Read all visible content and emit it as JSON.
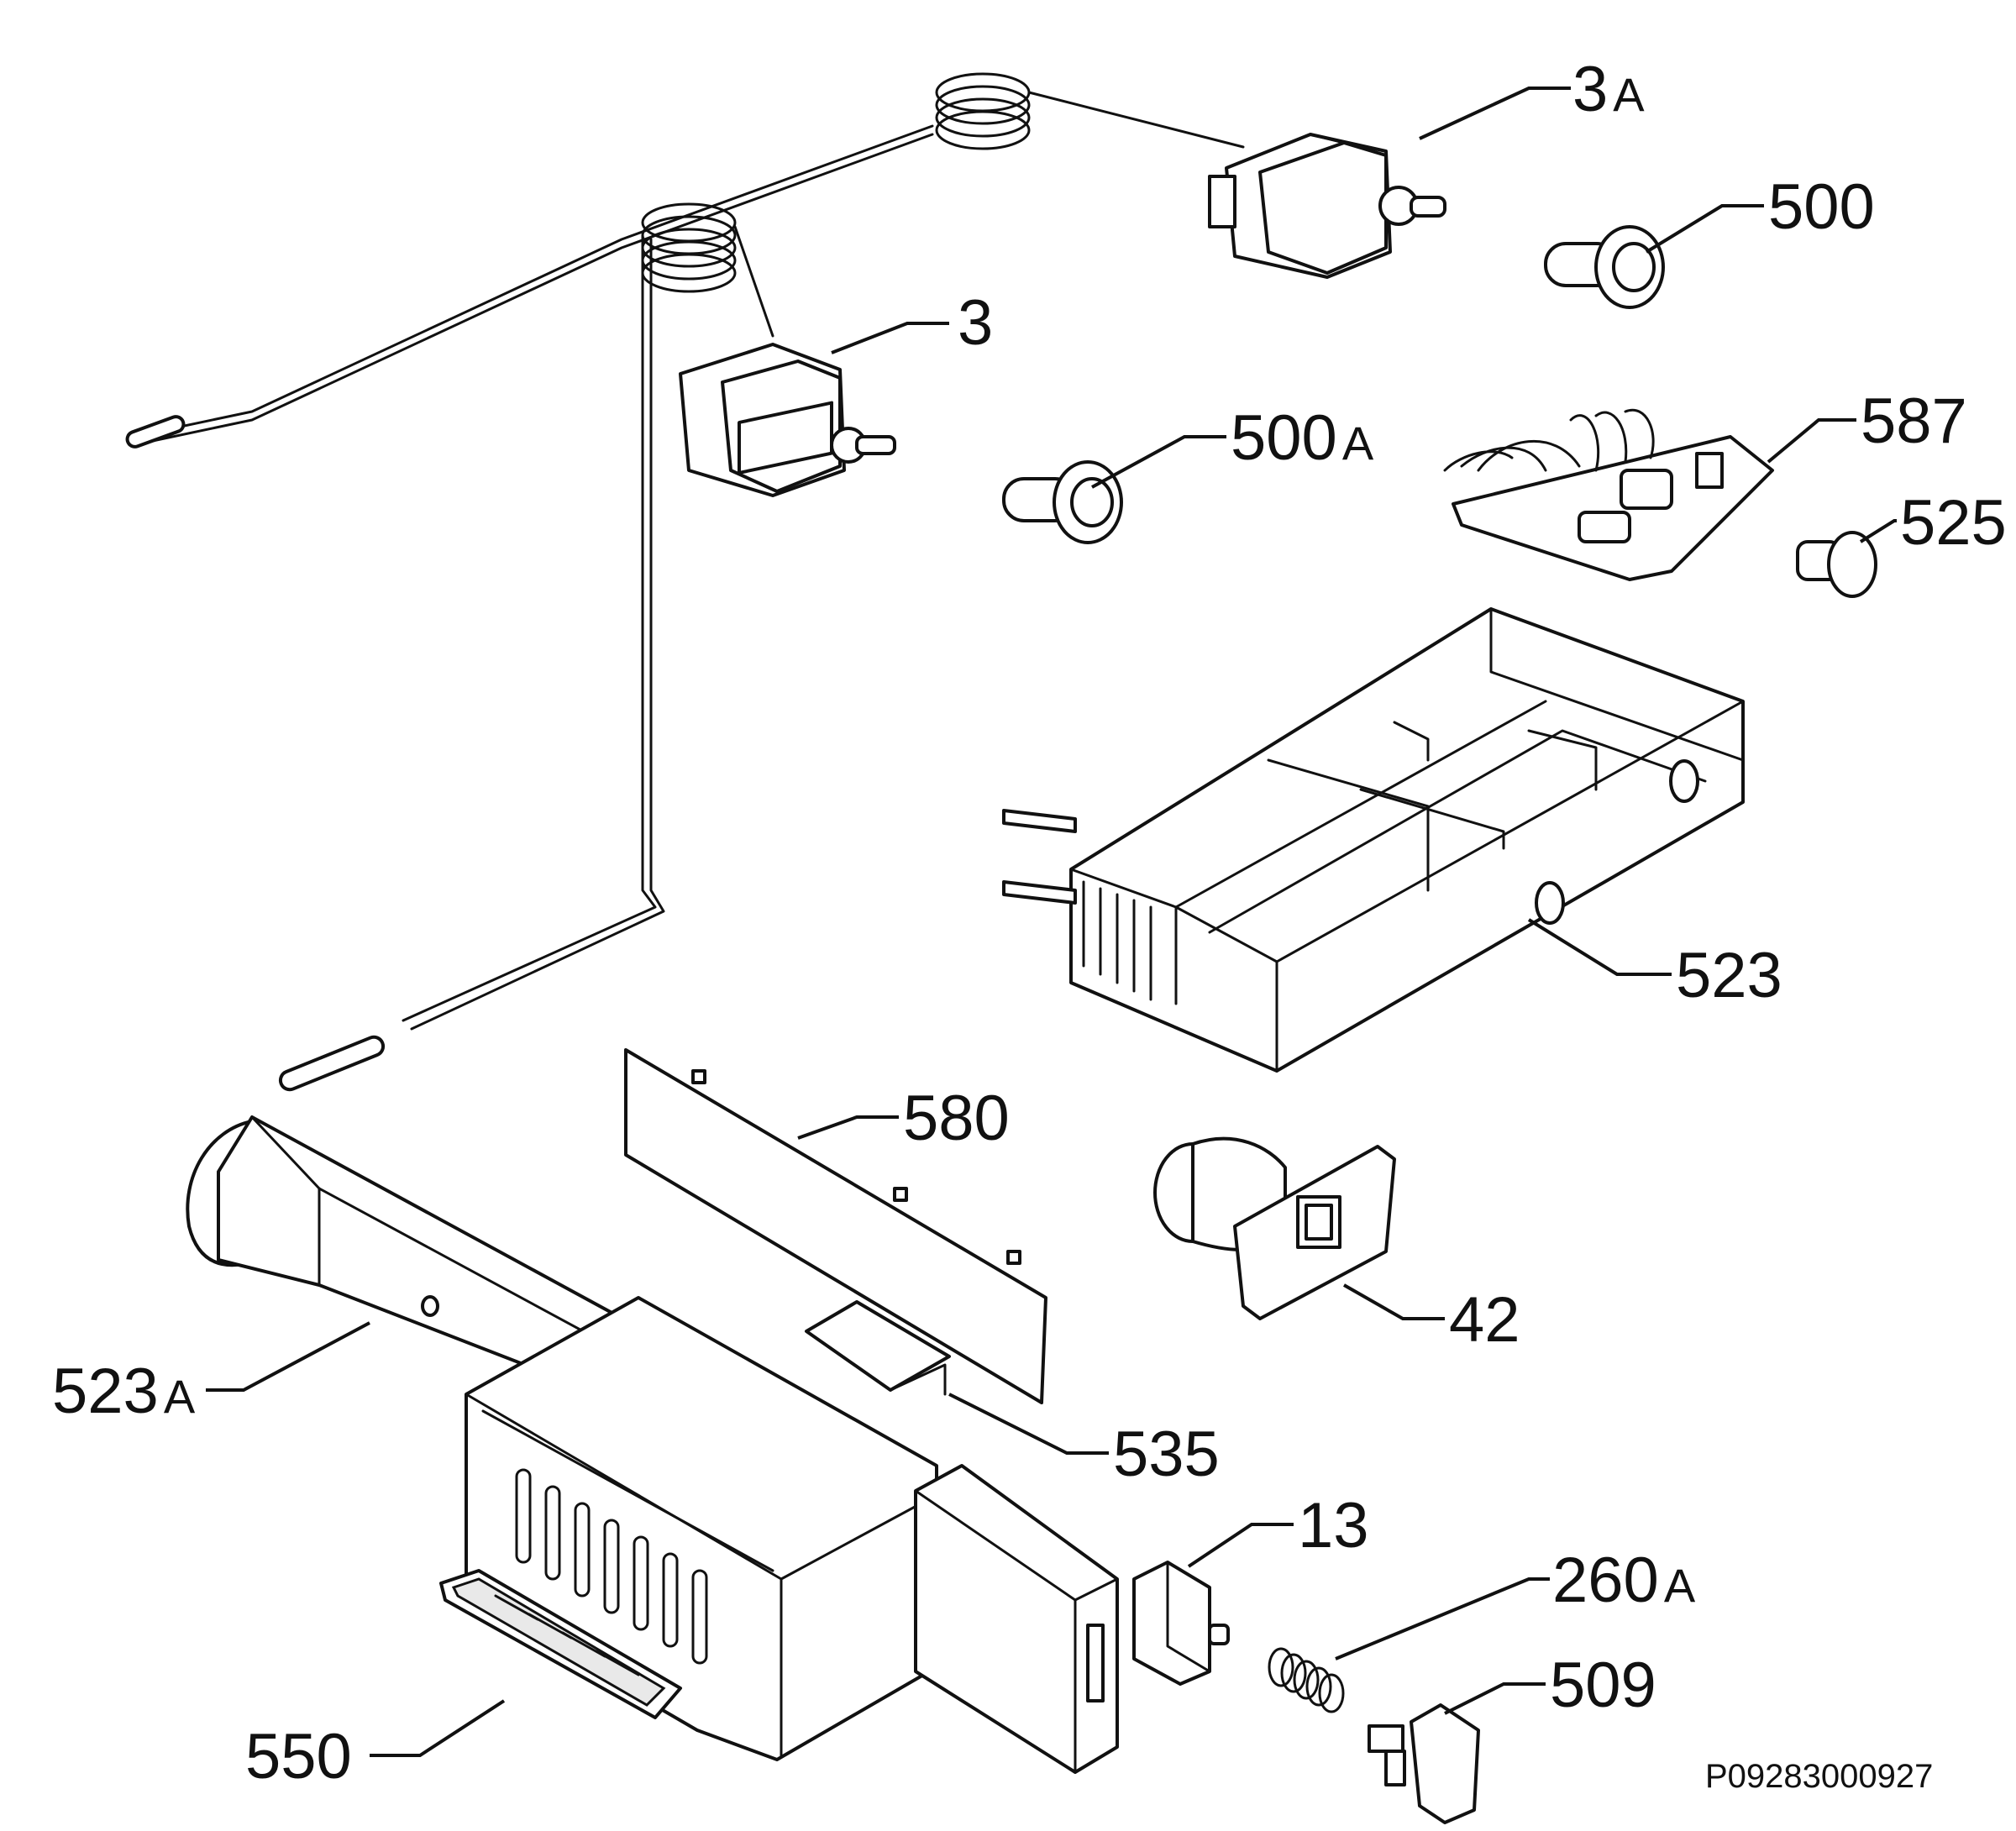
{
  "callouts": {
    "p3a": {
      "num": "3",
      "suffix": "A"
    },
    "p500": {
      "num": "500",
      "suffix": ""
    },
    "p3": {
      "num": "3",
      "suffix": ""
    },
    "p500a": {
      "num": "500",
      "suffix": "A"
    },
    "p587": {
      "num": "587",
      "suffix": ""
    },
    "p525": {
      "num": "525",
      "suffix": ""
    },
    "p523": {
      "num": "523",
      "suffix": ""
    },
    "p580": {
      "num": "580",
      "suffix": ""
    },
    "p42": {
      "num": "42",
      "suffix": ""
    },
    "p523a": {
      "num": "523",
      "suffix": "A"
    },
    "p535": {
      "num": "535",
      "suffix": ""
    },
    "p13": {
      "num": "13",
      "suffix": ""
    },
    "p260a": {
      "num": "260",
      "suffix": "A"
    },
    "p509": {
      "num": "509",
      "suffix": ""
    },
    "p550": {
      "num": "550",
      "suffix": ""
    }
  },
  "drawing_reference": "P09283000927"
}
